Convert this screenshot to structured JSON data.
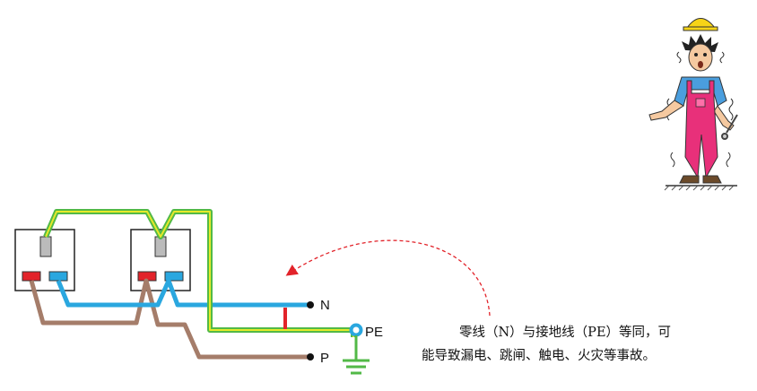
{
  "terminals": {
    "n": "N",
    "pe": "PE",
    "p": "P"
  },
  "caption": {
    "line1": "零线（N）与接地线（PE）等同，可",
    "line2": "能导致漏电、跳闸、触电、火灾等事故。"
  },
  "colors": {
    "neutral_wire": "#2aa7df",
    "earth_wire_green": "#52b947",
    "earth_wire_yellow": "#e6e92a",
    "live_wire": "#a57d6a",
    "fault_short": "#e2232a",
    "arrow": "#e2232a",
    "pe_node": "#2aa7df",
    "ground_symbol": "#52b947",
    "socket_live_pin": "#e2232a",
    "socket_neutral_pin": "#2aa7df"
  },
  "icons": {
    "worker": "shocked-electrician-icon",
    "ground": "ground-symbol-icon"
  }
}
